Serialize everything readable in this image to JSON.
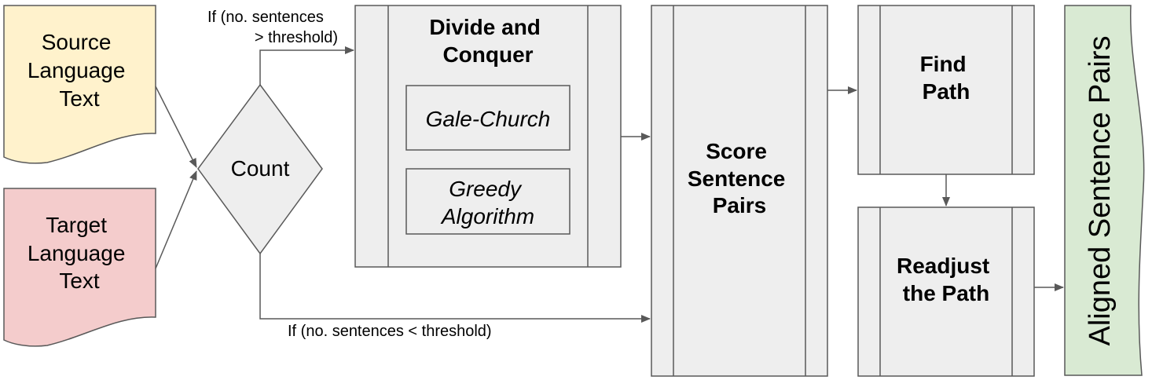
{
  "colors": {
    "source_fill": "#fff2cc",
    "target_fill": "#f4cccc",
    "process_fill": "#eeeeee",
    "output_fill": "#d9ead3",
    "stroke": "#595959"
  },
  "nodes": {
    "source": {
      "lines": [
        "Source",
        "Language",
        "Text"
      ]
    },
    "target": {
      "lines": [
        "Target",
        "Language",
        "Text"
      ]
    },
    "count": {
      "label": "Count"
    },
    "divide": {
      "lines": [
        "Divide and",
        "Conquer"
      ]
    },
    "gale": {
      "label": "Gale-Church"
    },
    "greedy": {
      "lines": [
        "Greedy",
        "Algorithm"
      ]
    },
    "score": {
      "lines": [
        "Score",
        "Sentence",
        "Pairs"
      ]
    },
    "find": {
      "lines": [
        "Find",
        "Path"
      ]
    },
    "readjust": {
      "lines": [
        "Readjust",
        "the Path"
      ]
    },
    "output": {
      "label": "Aligned Sentence Pairs"
    }
  },
  "edges": {
    "above_threshold": [
      "If (no. sentences",
      "> threshold)"
    ],
    "below_threshold": "If (no. sentences < threshold)"
  }
}
